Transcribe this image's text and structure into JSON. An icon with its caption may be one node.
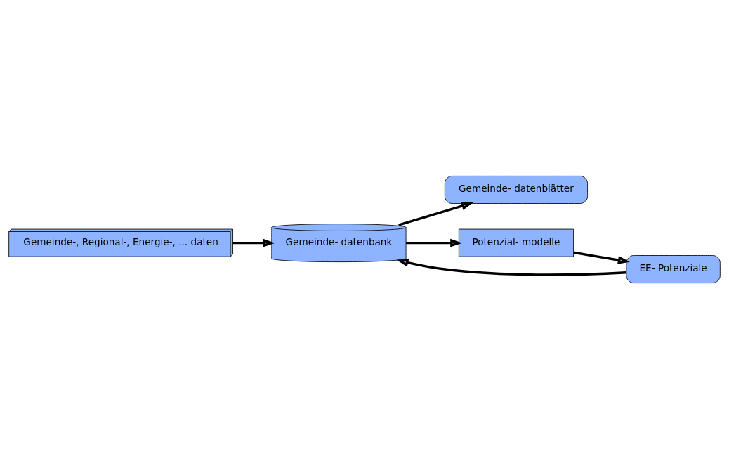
{
  "diagram": {
    "nodes": [
      {
        "text": [
          "Gemeinde-, Regional-, Energie-, ... daten"
        ]
      },
      {
        "text": [
          "Gemeinde- datenbank"
        ]
      },
      {
        "text": [
          "Gemeinde- datenblätter"
        ]
      },
      {
        "text": [
          "Potenzial- modelle"
        ]
      },
      {
        "text": [
          "EE- Potenziale"
        ]
      }
    ],
    "edges": [
      {
        "from": 0,
        "to": 1,
        "arrow": "to"
      },
      {
        "from": 1,
        "to": 2,
        "arrow": "to"
      },
      {
        "from": 1,
        "to": 3,
        "arrow": "to"
      },
      {
        "from": 3,
        "to": 4,
        "arrow": "to"
      },
      {
        "from": 4,
        "to": 1,
        "arrow": "to"
      }
    ]
  }
}
